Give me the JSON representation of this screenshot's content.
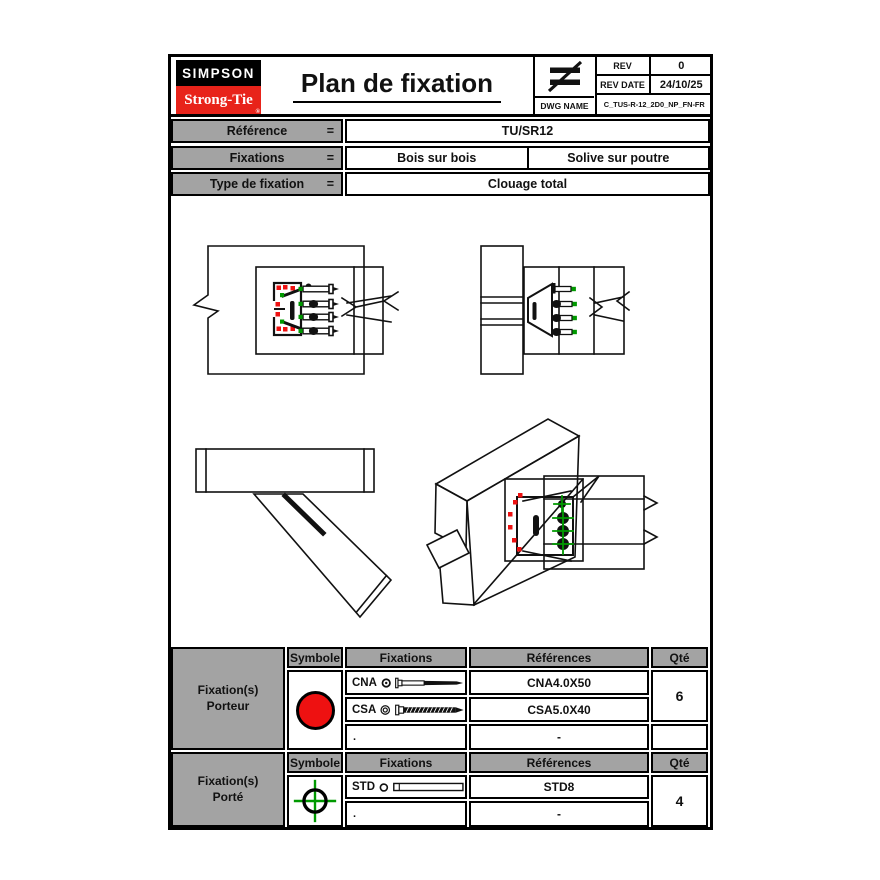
{
  "titleblock": {
    "logo_line1": "SIMPSON",
    "logo_line2": "Strong-Tie",
    "logo_trademark": "®",
    "title": "Plan de fixation",
    "projection_symbol": "≠",
    "rev_label": "REV",
    "rev_value": "0",
    "rev_date_label": "REV DATE",
    "rev_date_value": "24/10/25",
    "dwg_name_label": "DWG NAME",
    "dwg_name_value": "C_TUS-R-12_2D0_NP_FN-FR"
  },
  "info": {
    "rows": [
      {
        "label": "Référence",
        "eq": "=",
        "values": [
          "TU/SR12"
        ]
      },
      {
        "label": "Fixations",
        "eq": "=",
        "values": [
          "Bois sur bois",
          "Solive sur poutre"
        ]
      },
      {
        "label": "Type de fixation",
        "eq": "=",
        "values": [
          "Clouage total"
        ]
      }
    ]
  },
  "fixtables": {
    "headers": {
      "symbole": "Symbole",
      "fixations": "Fixations",
      "references": "Références",
      "qty": "Qté"
    },
    "porteur": {
      "section_line1": "Fixation(s)",
      "section_line2": "Porteur",
      "symbol": "red-filled-circle",
      "rows": [
        {
          "code": "CNA",
          "marker": "ring-dot-icon",
          "fastener": "nail",
          "ref": "CNA4.0X50"
        },
        {
          "code": "CSA",
          "marker": "double-ring-icon",
          "fastener": "screw",
          "ref": "CSA5.0X40"
        },
        {
          "code": ".",
          "ref": "-"
        }
      ],
      "qty": "6"
    },
    "porte": {
      "section_line1": "Fixation(s)",
      "section_line2": "Porté",
      "symbol": "green-crosshair-circle",
      "rows": [
        {
          "code": "STD",
          "marker": "circle-icon",
          "fastener": "dowel",
          "ref": "STD8"
        },
        {
          "code": ".",
          "ref": "-"
        }
      ],
      "qty": "4"
    }
  },
  "drawing": {
    "views": [
      "front-section-view",
      "top-plan-view",
      "angled-side-view",
      "isometric-3d-view"
    ],
    "porteur_marker_color": "#ee1111",
    "porte_marker_color": "#009900"
  },
  "colors": {
    "brand_red": "#e8231a",
    "symbol_red": "#ee1111",
    "symbol_green": "#009900",
    "header_gray": "#a3a3a3",
    "line_black": "#111111"
  }
}
